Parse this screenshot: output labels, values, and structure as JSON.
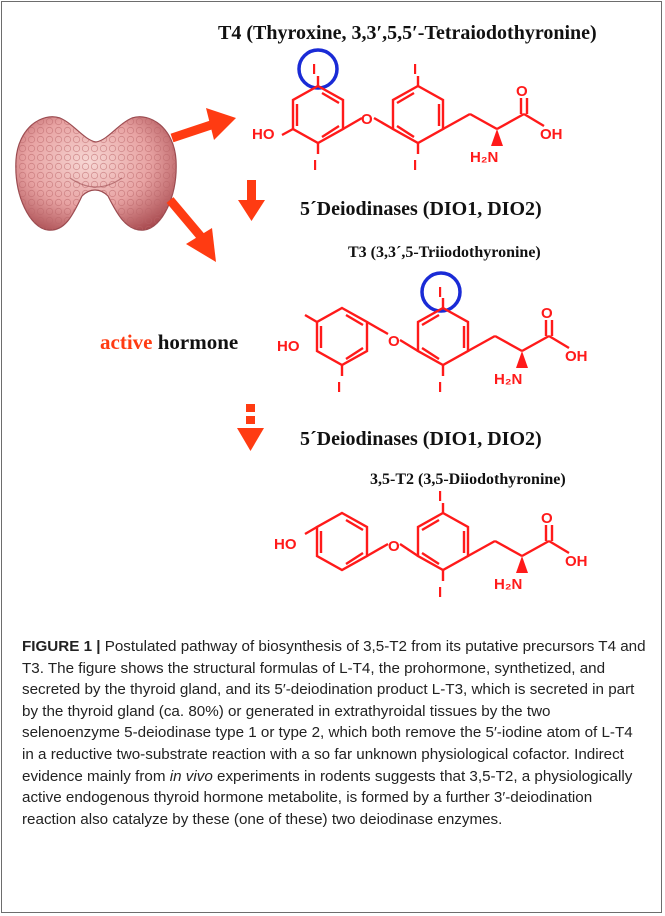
{
  "figure": {
    "t4_title": "T4 (Thyroxine, 3,3′,5,5′-Tetraiodothyronine)",
    "enzyme_1": "5´Deiodinases (DIO1, DIO2)",
    "t3_title": "T3 (3,3´,5-Triiodothyronine)",
    "active_word": "active",
    "hormone_word": "hormone",
    "enzyme_2": "5´Deiodinases (DIO1, DIO2)",
    "t2_title": "3,5-T2 (3,5-Diiodothyronine)",
    "atoms": {
      "iodine": "I",
      "hydroxyl_left": "HO",
      "oxygen": "O",
      "hydroxyl_acid": "OH",
      "amine": "H₂N"
    },
    "colors": {
      "chem_red": "#ff1a1a",
      "arrow_red": "#ff3b12",
      "highlight_blue": "#1a2bd6",
      "gland_pink": "#e8a3a3"
    }
  },
  "caption": {
    "label": "FIGURE 1 |",
    "text_1": " Postulated pathway of biosynthesis of 3,5-T2 from its putative precursors T4 and T3. The figure shows the structural formulas of L-T4, the prohormone, synthetized, and secreted by the thyroid gland, and its 5′-deiodination product L-T3, which is secreted in part by the thyroid gland (ca. 80%) or generated in extrathyroidal tissues by the two selenoenzyme 5-deiodinase type 1 or type 2, which both remove the 5′-iodine atom of L-T4 in a reductive two-substrate reaction with a so far unknown physiological cofactor. Indirect evidence mainly from ",
    "italic": "in vivo",
    "text_2": " experiments in rodents suggests that 3,5-T2, a physiologically active endogenous thyroid hormone metabolite, is formed by a further 3′-deiodination reaction also catalyze by these (one of these) two deiodinase enzymes."
  }
}
